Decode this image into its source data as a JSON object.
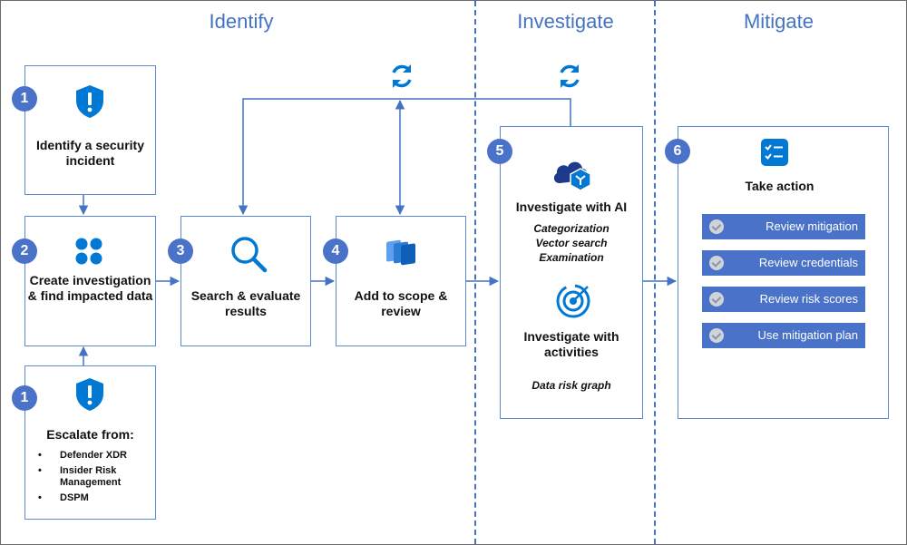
{
  "phases": {
    "identify": "Identify",
    "investigate": "Investigate",
    "mitigate": "Mitigate"
  },
  "steps": {
    "identify_incident": {
      "number": "1",
      "title": "Identify a security incident"
    },
    "create_investigation": {
      "number": "2",
      "title": "Create investigation & find impacted data"
    },
    "escalate": {
      "number": "1",
      "title": "Escalate from:",
      "sources": [
        "Defender XDR",
        "Insider Risk Management",
        "DSPM"
      ]
    },
    "search": {
      "number": "3",
      "title": "Search & evaluate results"
    },
    "scope": {
      "number": "4",
      "title": "Add to scope & review"
    },
    "investigate": {
      "number": "5",
      "ai_title": "Investigate with AI",
      "ai_items": [
        "Categorization",
        "Vector search",
        "Examination"
      ],
      "activities_title": "Investigate with activities",
      "activities_item": "Data risk graph"
    },
    "take_action": {
      "number": "6",
      "title": "Take action",
      "actions": [
        "Review mitigation",
        "Review credentials",
        "Review risk scores",
        "Use mitigation plan"
      ]
    }
  },
  "icons": {
    "shield": "shield-alert-icon",
    "apps": "app-grid-icon",
    "search": "magnifier-icon",
    "stack": "stacked-cards-icon",
    "cloud": "cloud-ai-icon",
    "target": "target-icon",
    "checklist": "checklist-icon",
    "sync": "sync-icon"
  },
  "colors": {
    "accent": "#4472c4",
    "badge": "#4a72c8",
    "icon": "#0078d4",
    "box_border": "#5b8bd8"
  }
}
